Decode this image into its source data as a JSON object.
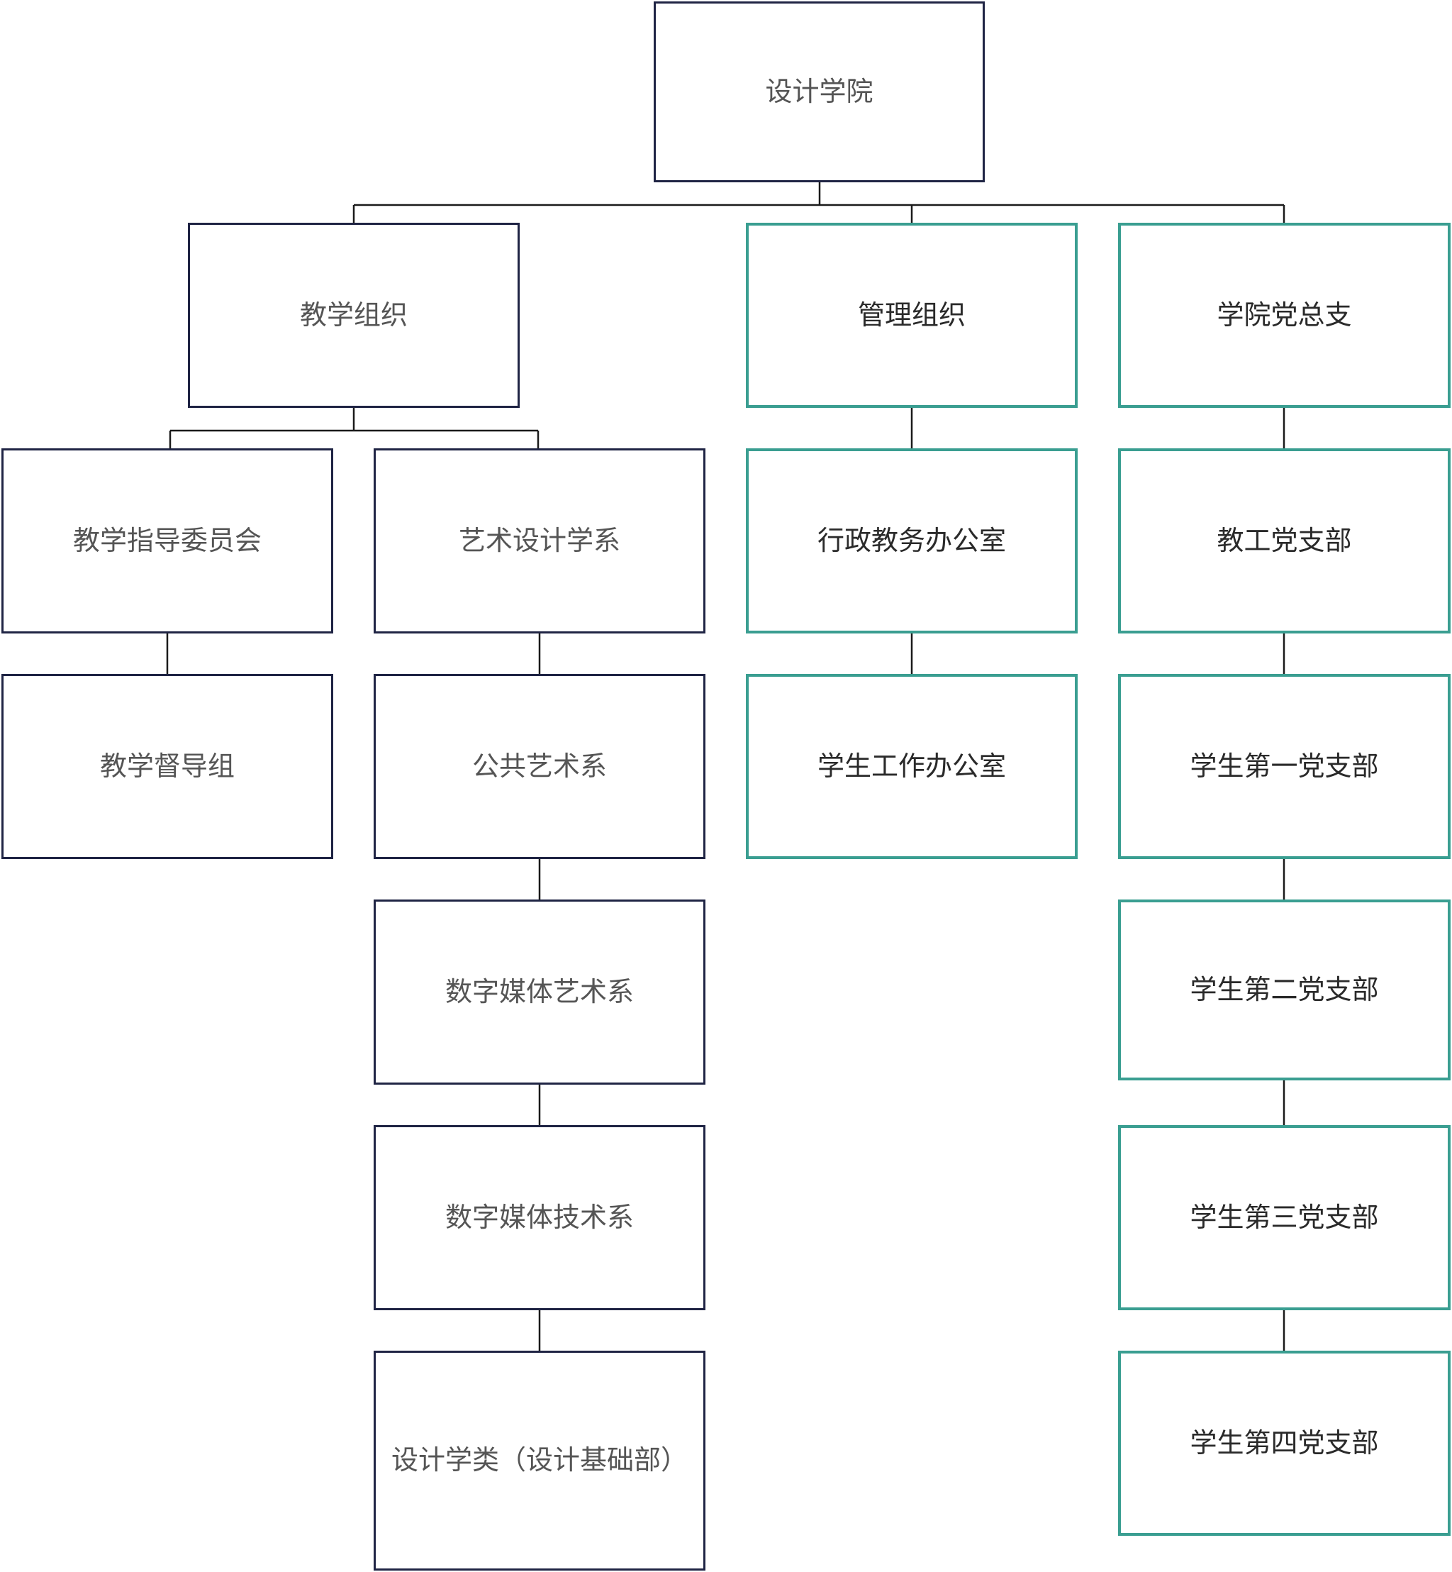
{
  "nodes": {
    "root": "设计学院",
    "teaching_org": "教学组织",
    "management_org": "管理组织",
    "party_general_branch": "学院党总支",
    "teaching_guidance_committee": "教学指导委员会",
    "art_design_dept": "艺术设计学系",
    "admin_academic_office": "行政教务办公室",
    "faculty_party_branch": "教工党支部",
    "teaching_supervision_group": "教学督导组",
    "public_art_dept": "公共艺术系",
    "student_affairs_office": "学生工作办公室",
    "student_party_branch_1": "学生第一党支部",
    "digital_media_art_dept": "数字媒体艺术系",
    "student_party_branch_2": "学生第二党支部",
    "digital_media_tech_dept": "数字媒体技术系",
    "student_party_branch_3": "学生第三党支部",
    "design_foundation": "设计学类（设计基础部）",
    "student_party_branch_4": "学生第四党支部"
  },
  "colors": {
    "navy_border": "#1f2444",
    "teal_border": "#3a9e91",
    "connector": "#1a1a1a",
    "navy_text": "#555555",
    "teal_text": "#2a2a2a"
  }
}
